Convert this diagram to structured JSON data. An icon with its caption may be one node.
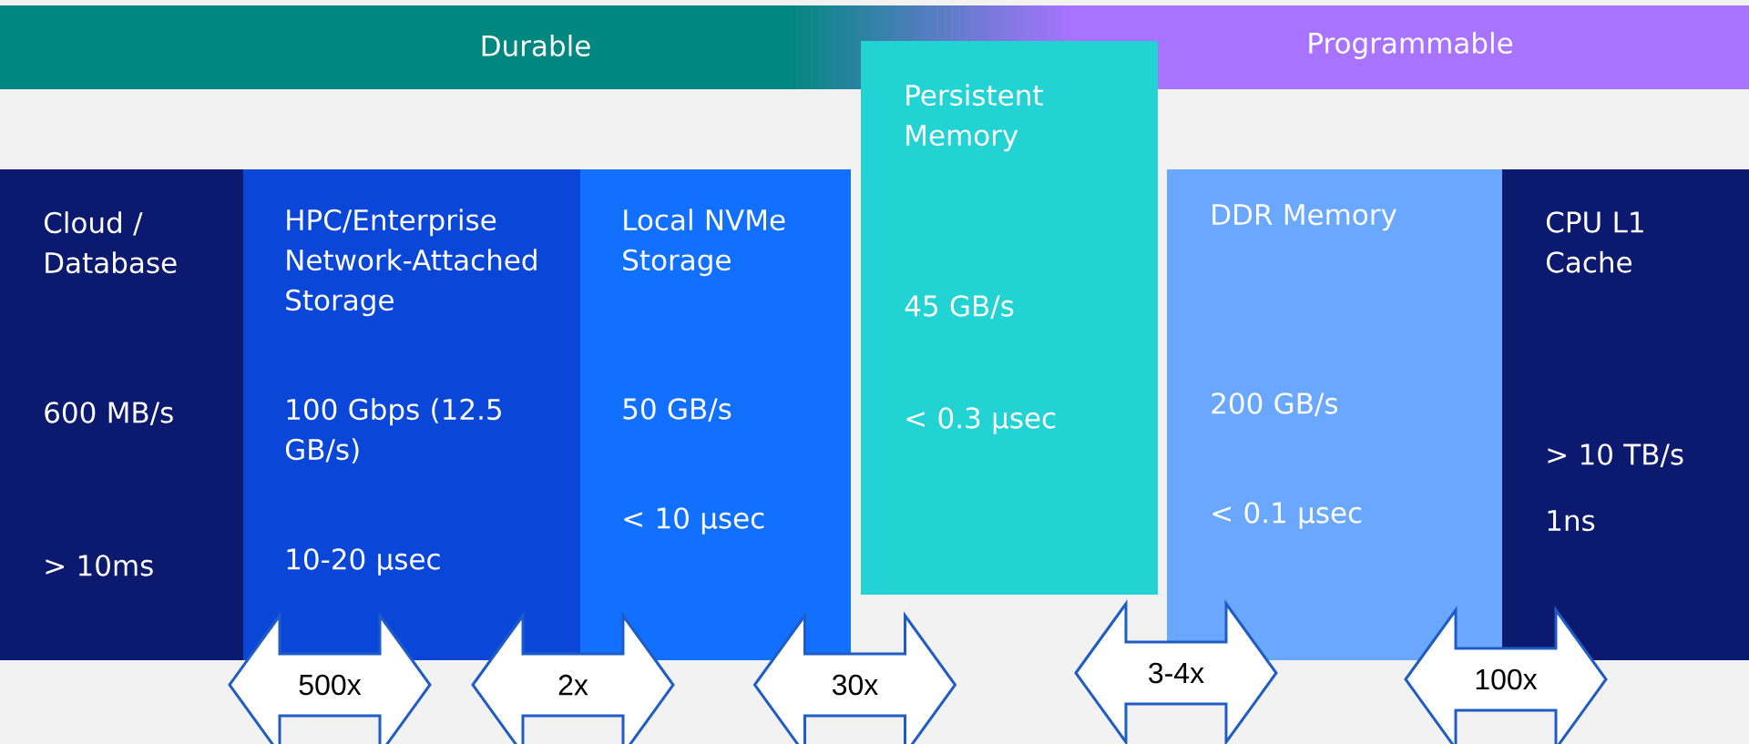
{
  "diagram": {
    "nodes": [
      {
        "text": [
          "Durable"
        ]
      },
      {
        "text": [
          "Programmable"
        ]
      },
      {
        "text": [
          "Cloud / Database",
          "600 MB/s",
          "> 10ms"
        ]
      },
      {
        "text": [
          "HPC/Enterprise Network-Attached Storage",
          "100 Gbps (12.5 GB/s)",
          "10-20 µsec"
        ]
      },
      {
        "text": [
          "Local NVMe Storage",
          "50 GB/s",
          "< 10 µsec"
        ]
      },
      {
        "text": [
          "Persistent Memory",
          "45 GB/s",
          "< 0.3 µsec"
        ]
      },
      {
        "text": [
          "DDR Memory",
          "200 GB/s",
          "< 0.1 µsec"
        ]
      },
      {
        "text": [
          "CPU L1 Cache",
          "> 10 TB/s",
          "1ns"
        ]
      }
    ],
    "edges": [
      {
        "from": 2,
        "to": 3,
        "arrow": "both",
        "label": "500x"
      },
      {
        "from": 3,
        "to": 4,
        "arrow": "both",
        "label": "2x"
      },
      {
        "from": 4,
        "to": 5,
        "arrow": "both",
        "label": "30x"
      },
      {
        "from": 5,
        "to": 6,
        "arrow": "both",
        "label": "3-4x"
      },
      {
        "from": 6,
        "to": 7,
        "arrow": "both",
        "label": "100x"
      }
    ]
  }
}
